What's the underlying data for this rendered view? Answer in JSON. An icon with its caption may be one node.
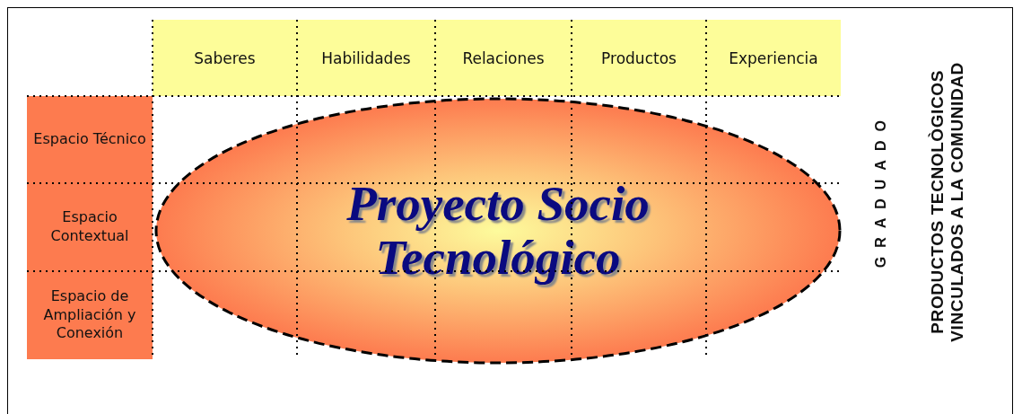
{
  "diagram": {
    "nodes": [
      {
        "text": [
          "Saberes"
        ]
      },
      {
        "text": [
          "Habilidades"
        ]
      },
      {
        "text": [
          "Relaciones"
        ]
      },
      {
        "text": [
          "Productos"
        ]
      },
      {
        "text": [
          "Experiencia"
        ]
      },
      {
        "text": [
          "Espacio Técnico"
        ]
      },
      {
        "text": [
          "Espacio Contextual"
        ]
      },
      {
        "text": [
          "Espacio de Ampliación y Conexión"
        ]
      },
      {
        "text": [
          "Proyecto Socio Tecnológico"
        ]
      }
    ],
    "labels": [
      "GRADUADO",
      "PRODUCTOS TECNOLÒGICOS VINCULADOS A LA COMUNIDAD"
    ]
  }
}
